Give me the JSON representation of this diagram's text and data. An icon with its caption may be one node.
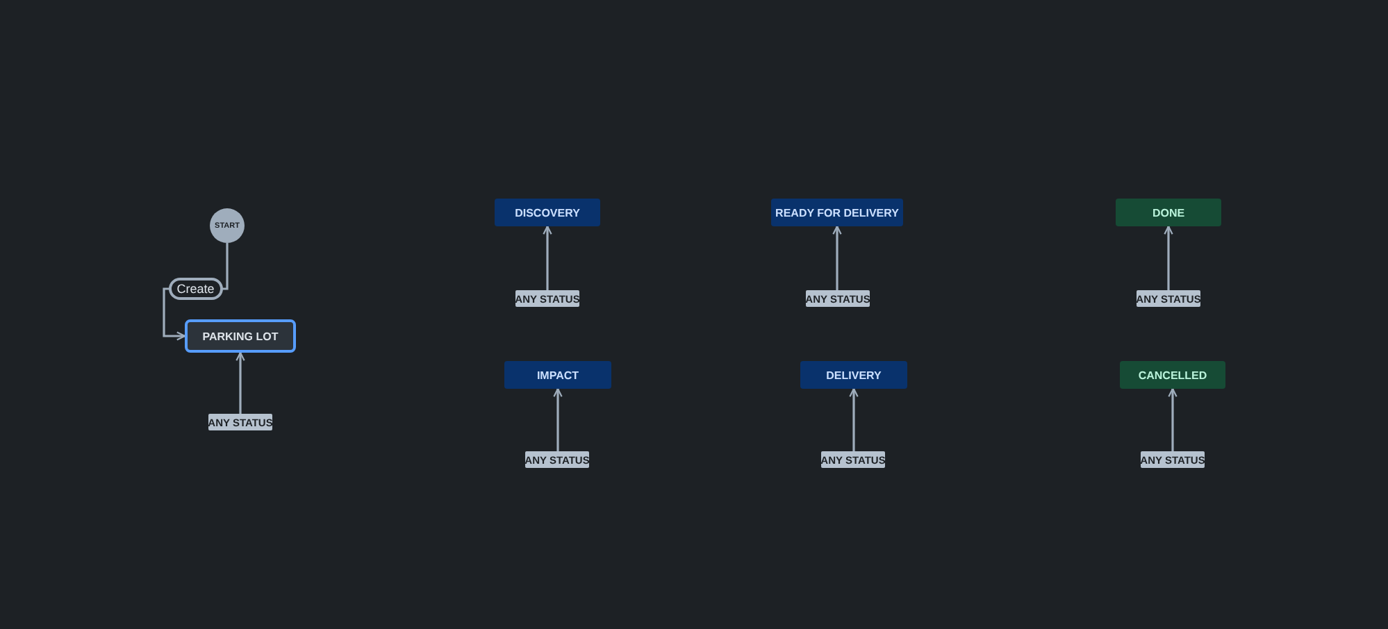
{
  "diagram": {
    "nodes": [
      {
        "text": [
          "START"
        ]
      },
      {
        "text": [
          "PARKING LOT"
        ]
      },
      {
        "text": [
          "ANY STATUS"
        ]
      },
      {
        "text": [
          "DISCOVERY"
        ]
      },
      {
        "text": [
          "ANY STATUS"
        ]
      },
      {
        "text": [
          "IMPACT"
        ]
      },
      {
        "text": [
          "ANY STATUS"
        ]
      },
      {
        "text": [
          "READY FOR DELIVERY"
        ]
      },
      {
        "text": [
          "ANY STATUS"
        ]
      },
      {
        "text": [
          "DELIVERY"
        ]
      },
      {
        "text": [
          "ANY STATUS"
        ]
      },
      {
        "text": [
          "DONE"
        ]
      },
      {
        "text": [
          "ANY STATUS"
        ]
      },
      {
        "text": [
          "CANCELLED"
        ]
      },
      {
        "text": [
          "ANY STATUS"
        ]
      }
    ],
    "edges": [
      {
        "from": 0,
        "to": 1,
        "arrow": "to",
        "label": "Create"
      },
      {
        "from": 2,
        "to": 1,
        "arrow": "to"
      },
      {
        "from": 4,
        "to": 3,
        "arrow": "to"
      },
      {
        "from": 6,
        "to": 5,
        "arrow": "to"
      },
      {
        "from": 8,
        "to": 7,
        "arrow": "to"
      },
      {
        "from": 10,
        "to": 9,
        "arrow": "to"
      },
      {
        "from": 12,
        "to": 11,
        "arrow": "to"
      },
      {
        "from": 14,
        "to": 13,
        "arrow": "to"
      }
    ]
  }
}
